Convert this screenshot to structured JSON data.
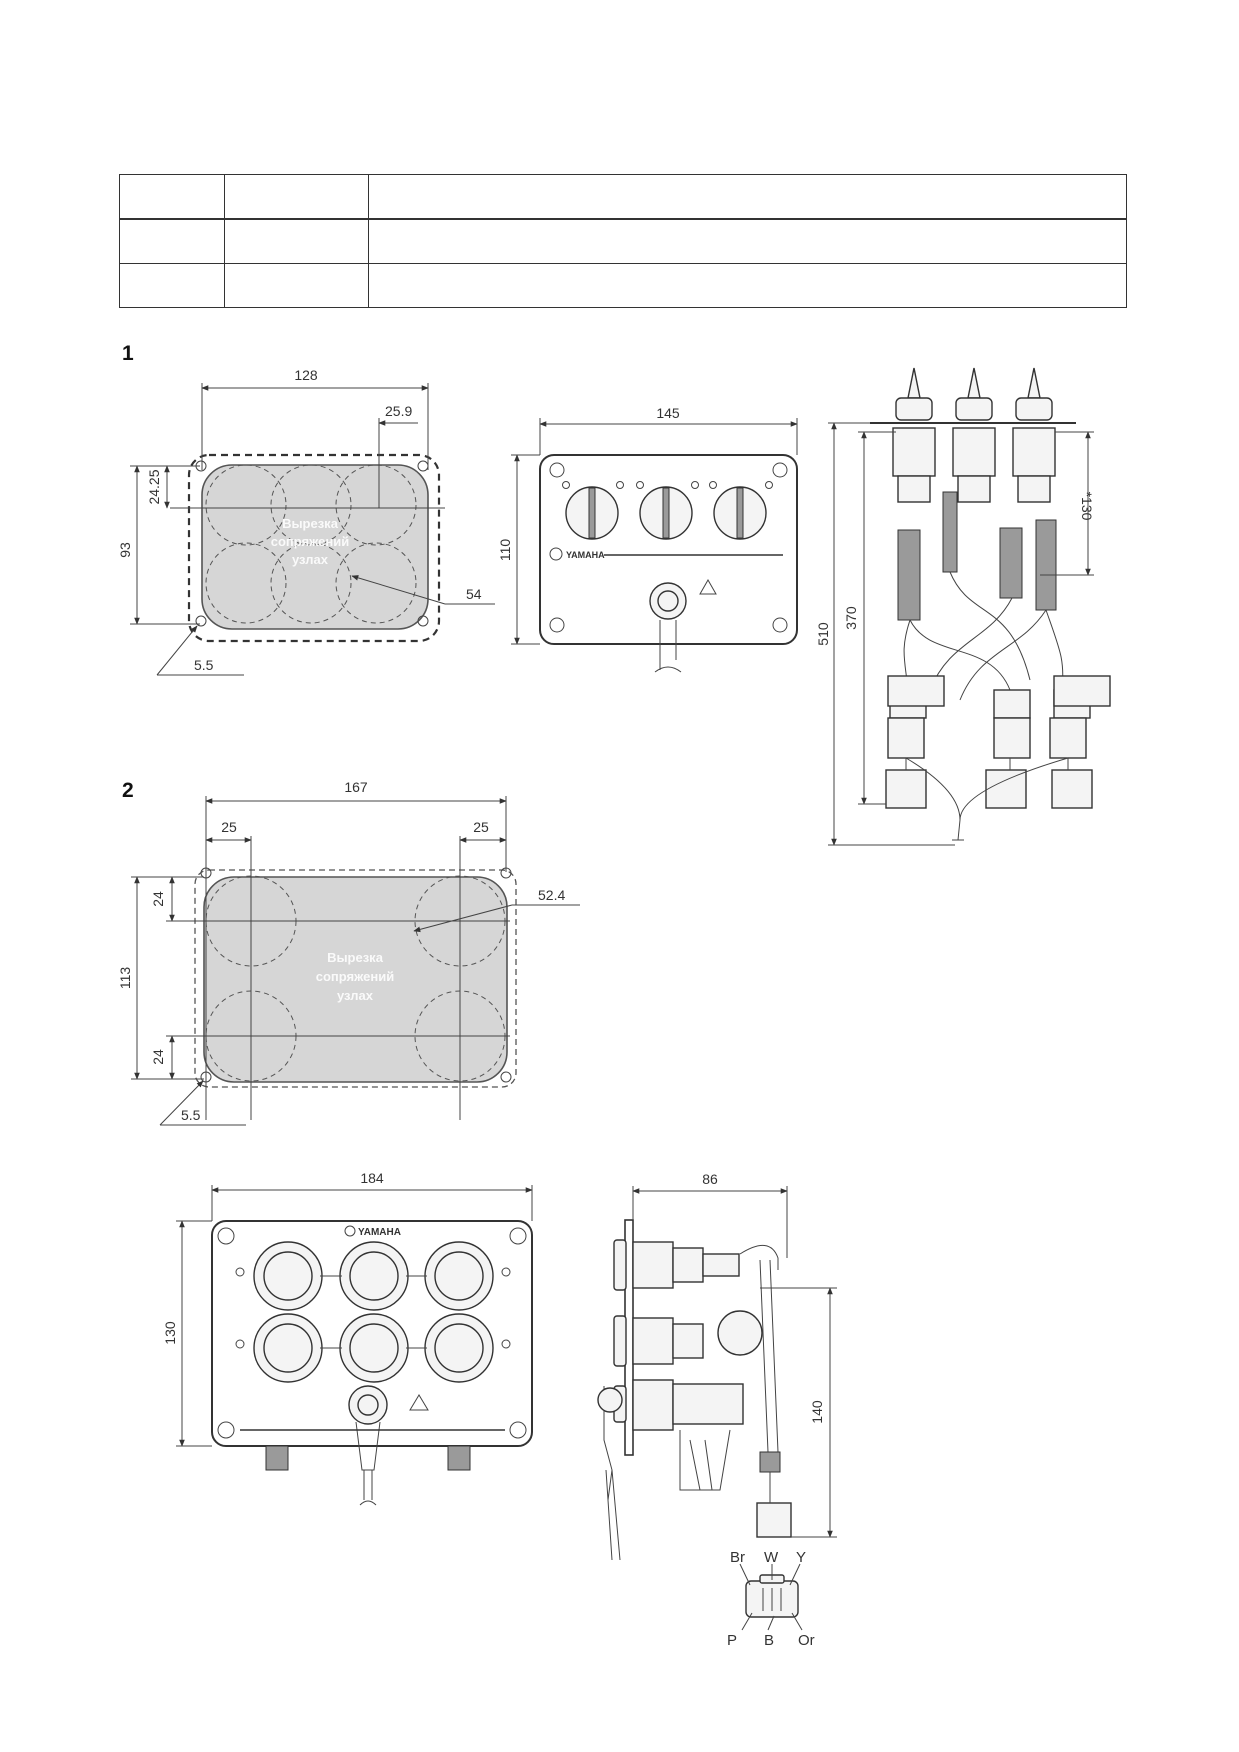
{
  "table": {
    "rows": [
      [
        "",
        "",
        ""
      ],
      [
        "",
        "",
        ""
      ],
      [
        "",
        "",
        ""
      ]
    ]
  },
  "sections": {
    "s1": "1",
    "s2": "2"
  },
  "cutout_watermark": {
    "line1": "Вырезка",
    "line2": "сопряжений",
    "line3": "узлах"
  },
  "fig1_cutout": {
    "width": "128",
    "offset_x": "25.9",
    "offset_y": "24.25",
    "height": "93",
    "hole_dia": "54",
    "mount_hole": "5.5"
  },
  "fig1_panel": {
    "width": "145",
    "height": "110"
  },
  "fig1_harness": {
    "total_length": "510",
    "body_length": "370",
    "lead_length": "*130"
  },
  "fig2_cutout": {
    "width": "167",
    "left_offset": "25",
    "right_offset": "25",
    "hole_dia": "52.4",
    "top_offset": "24",
    "height": "113",
    "bottom_offset": "24",
    "mount_hole": "5.5"
  },
  "fig2_panel": {
    "width": "184",
    "height": "130"
  },
  "fig2_side": {
    "depth": "86",
    "lead_length": "140"
  },
  "connector_pins": {
    "br": "Br",
    "w": "W",
    "y": "Y",
    "p": "P",
    "b": "B",
    "or": "Or"
  },
  "brand": "YAMAHA"
}
